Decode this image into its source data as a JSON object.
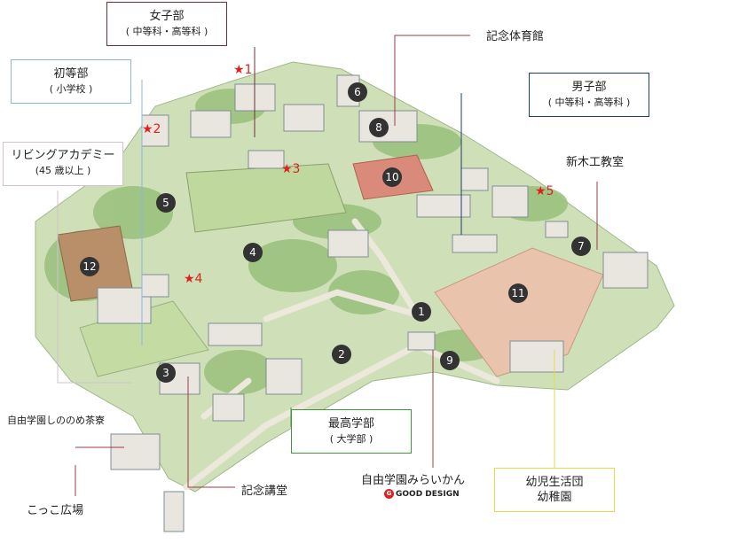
{
  "labels": {
    "girls": {
      "title": "女子部",
      "sub": "( 中等科・高等科 )"
    },
    "gym": "記念体育館",
    "boys": {
      "title": "男子部",
      "sub": "( 中等科・高等科 )"
    },
    "elementary": {
      "title": "初等部",
      "sub": "( 小学校 )"
    },
    "living": {
      "title": "リビングアカデミー",
      "sub": "(45 歳以上 )"
    },
    "woodwork": "新木工教室",
    "saiko": {
      "title": "最高学部",
      "sub": "( 大学部 )"
    },
    "teahouse": "自由学園しののめ茶寮",
    "kokko": "こっこ広場",
    "auditorium": "記念講堂",
    "mirai": "自由学園みらいかん",
    "gooddesign": "GOOD DESIGN",
    "kindergarten": {
      "title": "幼児生活団",
      "sub": "幼稚園"
    }
  },
  "markers": [
    "1",
    "2",
    "3",
    "4",
    "5",
    "6",
    "7",
    "8",
    "9",
    "10",
    "11",
    "12"
  ],
  "stars": [
    "★1",
    "★2",
    "★3",
    "★4",
    "★5"
  ],
  "colors": {
    "girls_border": "#6b2f3a",
    "gym_line": "#9b3a4a",
    "boys_border": "#1f3c6e",
    "elementary_border": "#8ab8dc",
    "living_border": "#cfc4cc",
    "saiko_border": "#3f9a3f",
    "kinder_border": "#e8d84a",
    "star": "#e0201f",
    "marker": "#333333"
  }
}
